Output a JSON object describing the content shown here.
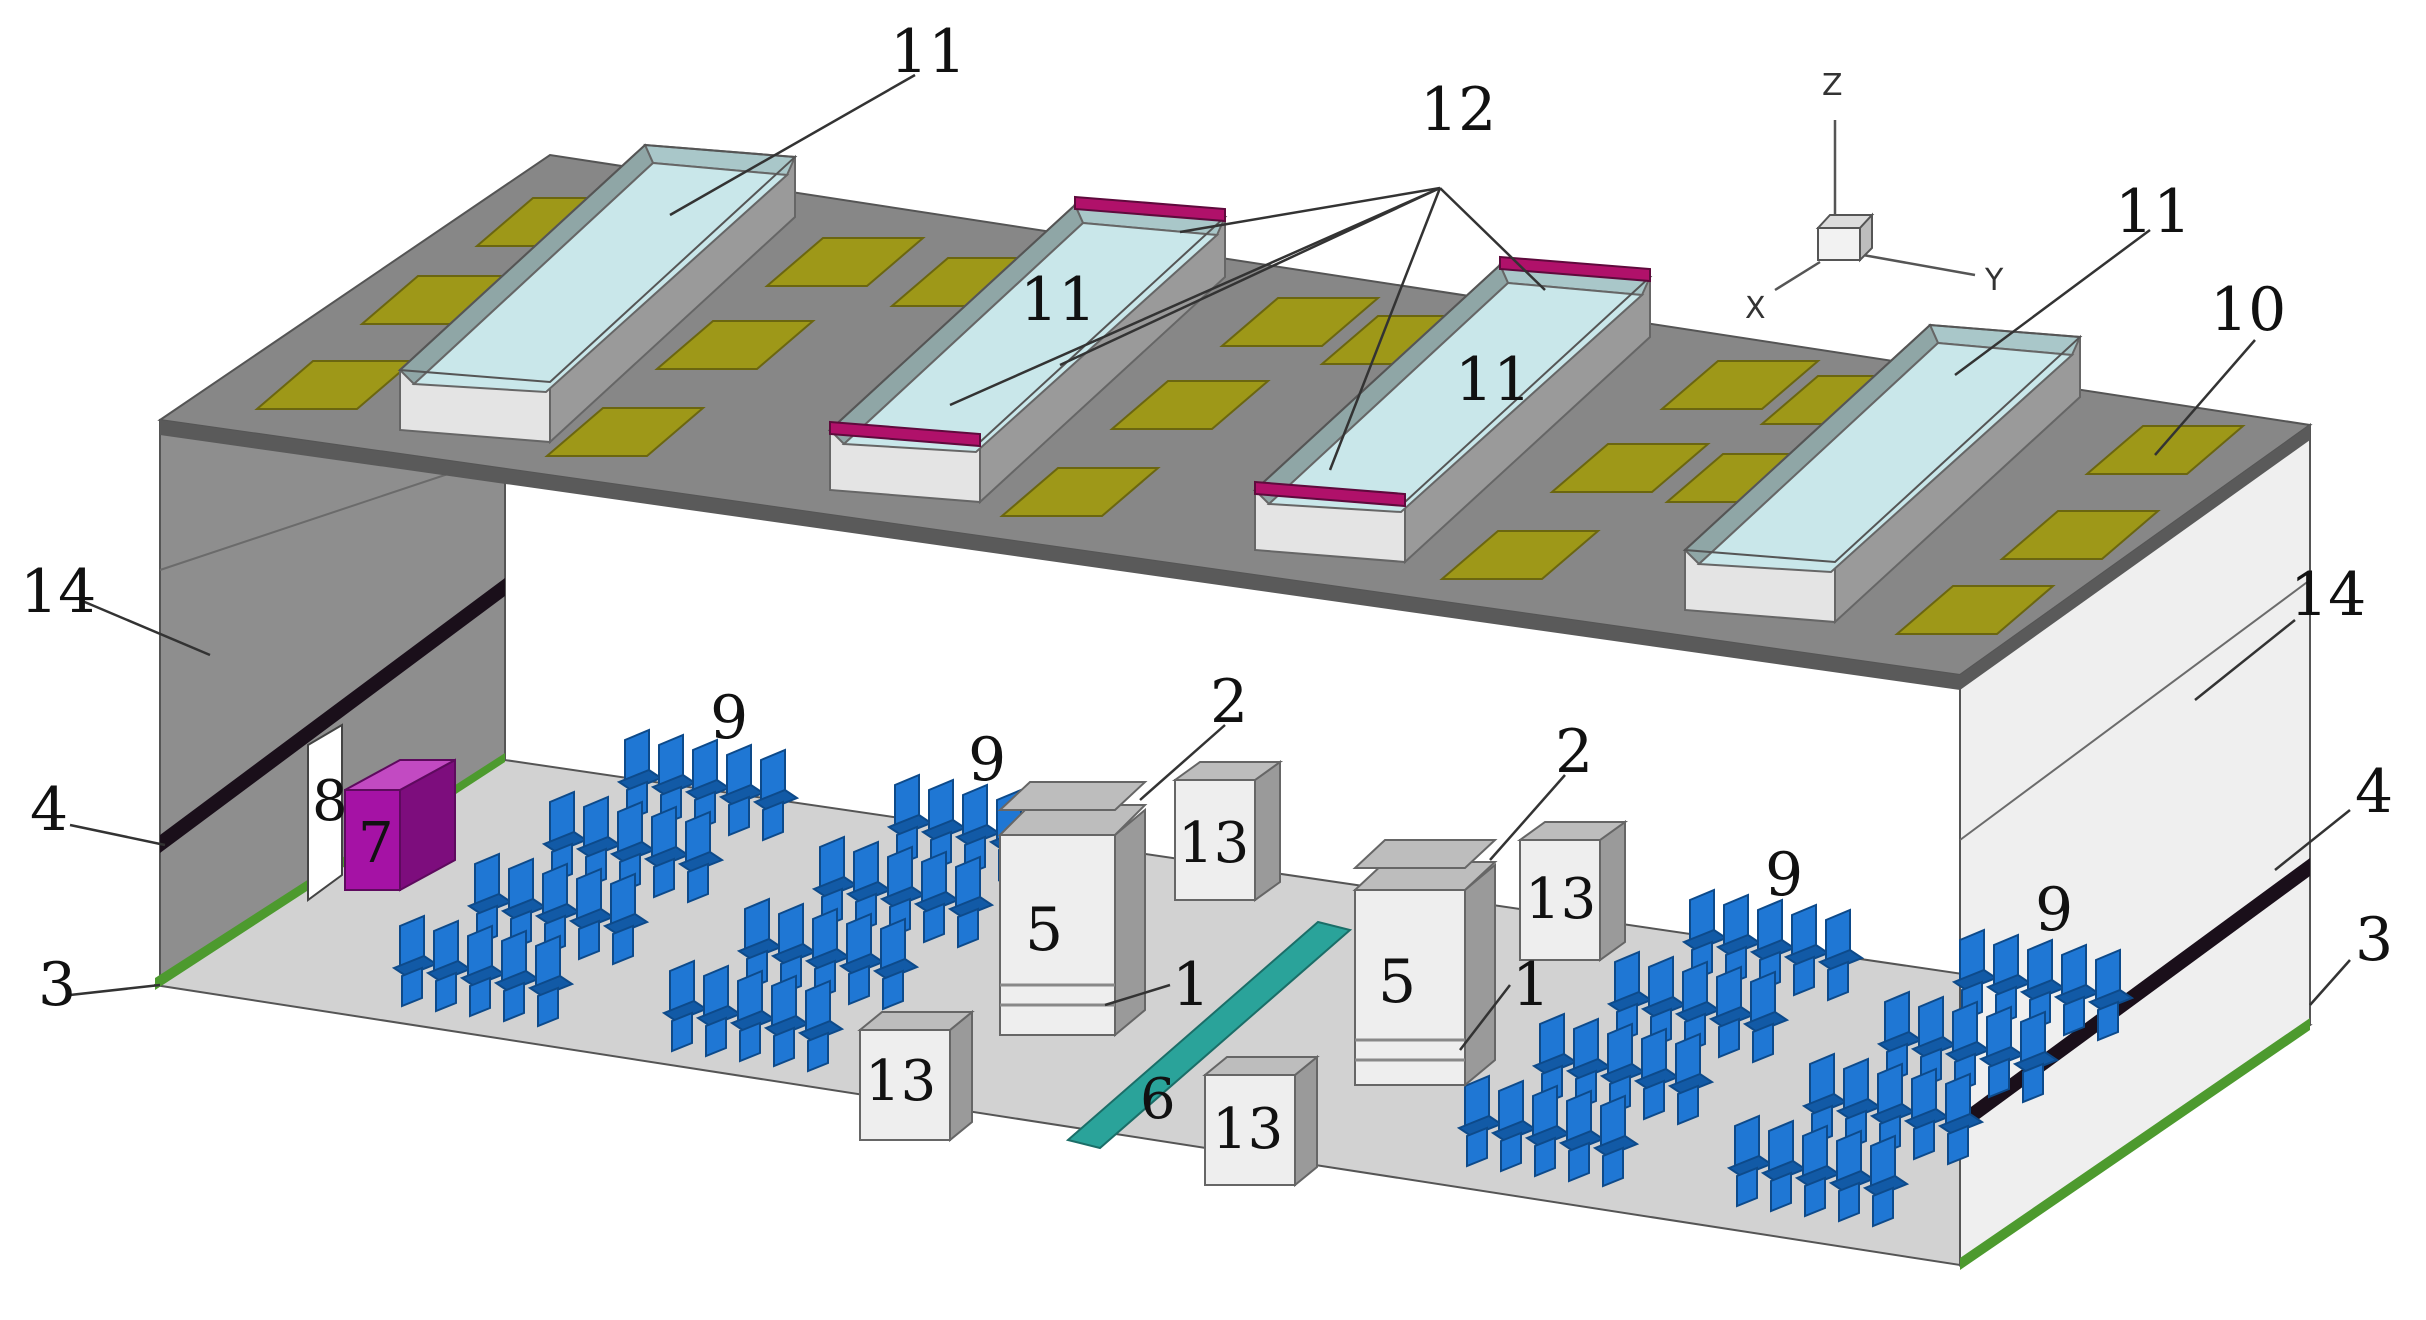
{
  "colors": {
    "roof": "#878787",
    "roof_edge": "#5a5a5a",
    "wall_dark": "#8e8e8e",
    "wall_light": "#efefef",
    "floor": "#d2d2d2",
    "vent_panel": "#9e9818",
    "vent_panel_edge": "#6b6610",
    "duct_top": "#c9e7ea",
    "duct_side": "#8fa6a6",
    "duct_front": "#e4e4e4",
    "louver": "#b0116a",
    "seat": "#1f77d4",
    "seat_dark": "#125aa6",
    "strip_dark": "#1a0f1a",
    "strip_green": "#4d9a2e",
    "floor_strip": "#2aa39a",
    "cabinet": "#a512a5",
    "box_light": "#eeeeee",
    "box_shadow": "#9a9a9a"
  },
  "axes": {
    "z": "Z",
    "x": "X",
    "y": "Y"
  },
  "labels": {
    "n1": "1",
    "n2": "2",
    "n3": "3",
    "n4": "4",
    "n5": "5",
    "n6": "6",
    "n7": "7",
    "n8": "8",
    "n9": "9",
    "n10": "10",
    "n11": "11",
    "n12": "12",
    "n13": "13",
    "n14": "14"
  }
}
